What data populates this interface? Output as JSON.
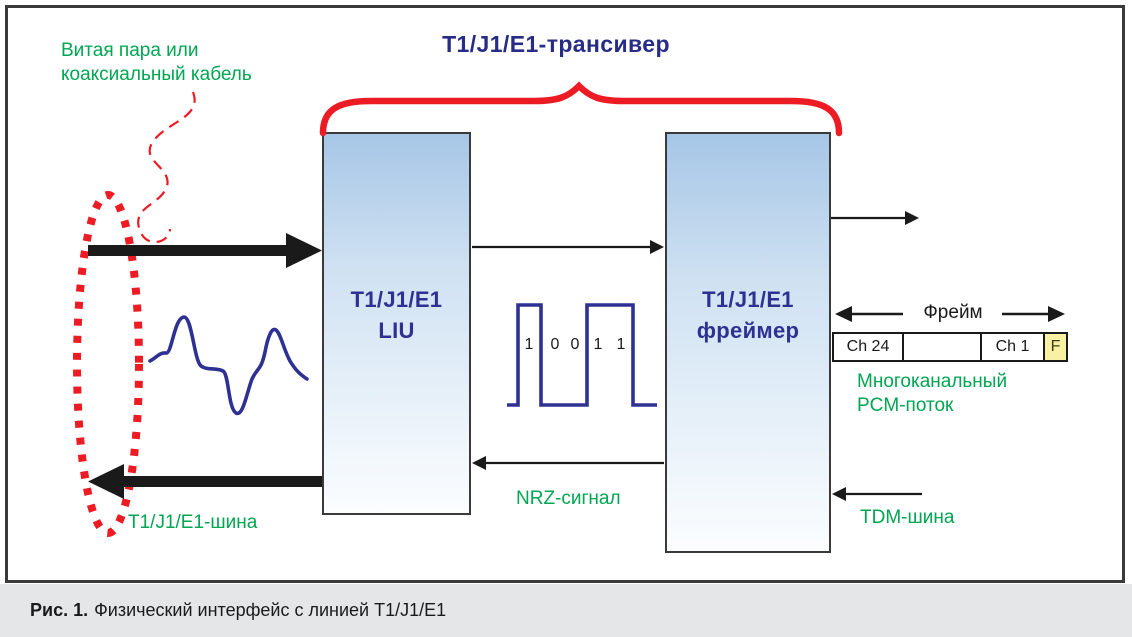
{
  "title": "T1/J1/E1-трансивер",
  "blocks": {
    "liu": {
      "line1": "T1/J1/E1",
      "line2": "LIU"
    },
    "framer": {
      "line1": "T1/J1/E1",
      "line2": "фреймер"
    }
  },
  "annotations": {
    "cable_line1": "Витая пара или",
    "cable_line2": "коаксиальный кабель",
    "bus": "T1/J1/E1-шина",
    "nrz": "NRZ-сигнал",
    "pcm_line1": "Многоканальный",
    "pcm_line2": "PCM-поток",
    "tdm": "TDM-шина"
  },
  "signal_bits": [
    "1",
    "0",
    "0",
    "1",
    "1"
  ],
  "frame": {
    "label": "Фрейм",
    "cells": [
      "Ch 24",
      "",
      "Ch 1",
      "F"
    ]
  },
  "caption": {
    "prefix": "Рис. 1.",
    "text": "Физический интерфейс с линией T1/J1/E1"
  },
  "colors": {
    "annotation_green": "#00a651",
    "highlight_red": "#ed1c24",
    "label_navy": "#2e3192",
    "block_border": "#3a3a3a",
    "block_gradient_top": "#a6c6e6",
    "block_gradient_bottom": "#fbfdff",
    "frame_flag_yellow": "#f8f1a4",
    "caption_bar_gray": "#e5e6e7"
  }
}
